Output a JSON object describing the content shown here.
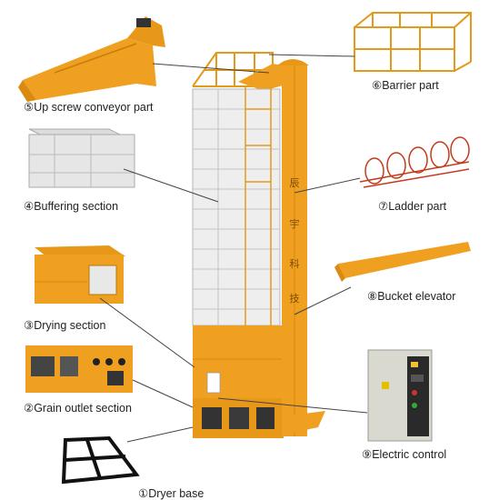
{
  "colors": {
    "orange": "#f0a020",
    "orange_dark": "#d98a10",
    "panel_grey": "#e6e6e6",
    "panel_line": "#b8b8b8",
    "leader": "#444444",
    "frame_black": "#111111"
  },
  "tower_characters": [
    "辰",
    "宇",
    "科",
    "技"
  ],
  "labels": {
    "up_screw": "⑤Up screw conveyor part",
    "barrier": "⑥Barrier part",
    "buffering": "④Buffering section",
    "ladder": "⑦Ladder part",
    "bucket": "⑧Bucket elevator",
    "drying": "③Drying section",
    "grain_outlet": "②Grain outlet section",
    "electric": "⑨Electric control",
    "base": "①Dryer base"
  }
}
